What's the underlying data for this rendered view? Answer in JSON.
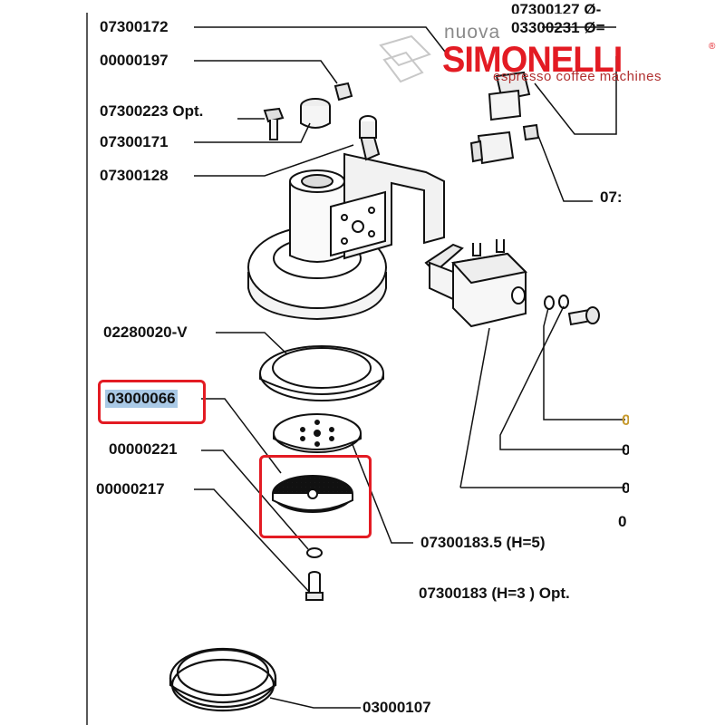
{
  "labels": {
    "p07300172": "07300172",
    "p00000197": "00000197",
    "p07300223": "07300223 Opt.",
    "p07300171": "07300171",
    "p07300128": "07300128",
    "p02280020": "02280020-V",
    "p03000066": "03000066",
    "p00000221": "00000221",
    "p00000217": "00000217",
    "p07300183_5": "07300183.5 (H=5)",
    "p07300183": "07300183 (H=3 ) Opt.",
    "p03000107": "03000107",
    "p07300127": "07300127 Ø-",
    "p03300231": "03300231 Ø=",
    "p07_right": "07:",
    "p0_right": "0"
  },
  "logo": {
    "prefix": "nuova",
    "brand": "SIMONELLI",
    "registered": "®",
    "tagline": "espresso coffee machines"
  },
  "colors": {
    "highlight_border": "#e31b23",
    "highlight_fill": "#a9c9e6",
    "brand_red": "#e31b23",
    "line": "#111111"
  }
}
